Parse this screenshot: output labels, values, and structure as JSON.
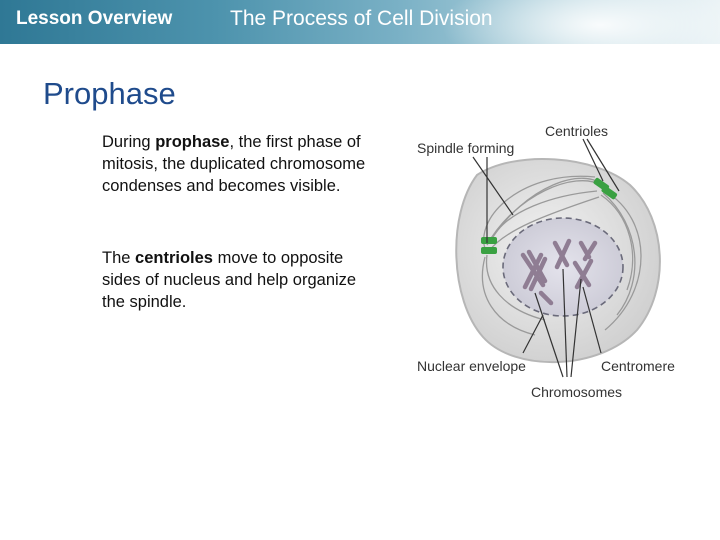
{
  "header": {
    "lesson": "Lesson Overview",
    "title": "The Process of Cell Division"
  },
  "slide": {
    "title": "Prophase",
    "bullet1": {
      "pre": "During ",
      "bold": "prophase",
      "post": ", the first phase of mitosis, the duplicated chromosome condenses and becomes visible."
    },
    "bullet2": {
      "pre": "The ",
      "bold": "centrioles",
      "post": " move to opposite sides of nucleus and help organize the spindle."
    }
  },
  "figure": {
    "labels": {
      "spindle": "Spindle forming",
      "centrioles": "Centrioles",
      "nuclear_envelope": "Nuclear envelope",
      "centromere": "Centromere",
      "chromosomes": "Chromosomes"
    }
  },
  "colors": {
    "header_start": "#2f7895",
    "title": "#1f4b8c",
    "centriole": "#3aa142"
  }
}
